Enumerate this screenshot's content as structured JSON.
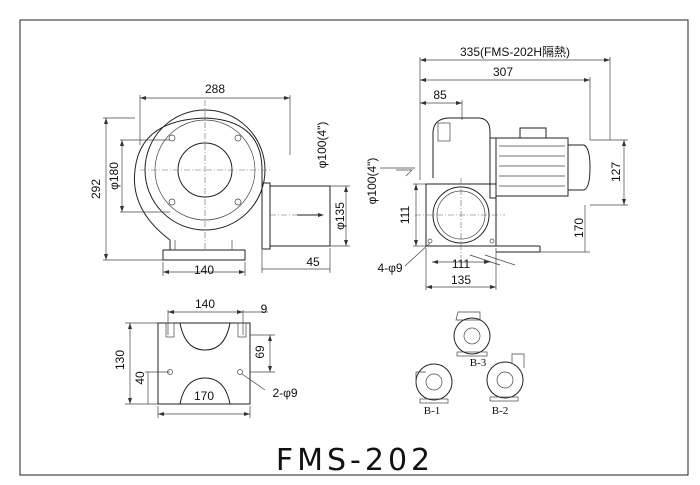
{
  "title": "FMS-202",
  "dimensions": {
    "front": {
      "width_288": "288",
      "height_292": "292",
      "dia_180": "φ180",
      "base_140": "140",
      "outlet_dia": "φ100(4\")",
      "outlet_135": "φ135",
      "offset_45": "45"
    },
    "side": {
      "overall_335": "335(FMS-202H隔熱)",
      "overall_307": "307",
      "d85": "85",
      "inlet_dia": "φ100(4\")",
      "h127": "127",
      "h111": "111",
      "h170": "170",
      "w111": "111",
      "w135": "135",
      "holes": "4-φ9"
    },
    "base": {
      "w140": "140",
      "w9": "9",
      "h130": "130",
      "h69": "69",
      "h40": "40",
      "w170": "170",
      "holes": "2-φ9"
    },
    "variants": [
      "B-3",
      "B-1",
      "B-2"
    ]
  }
}
